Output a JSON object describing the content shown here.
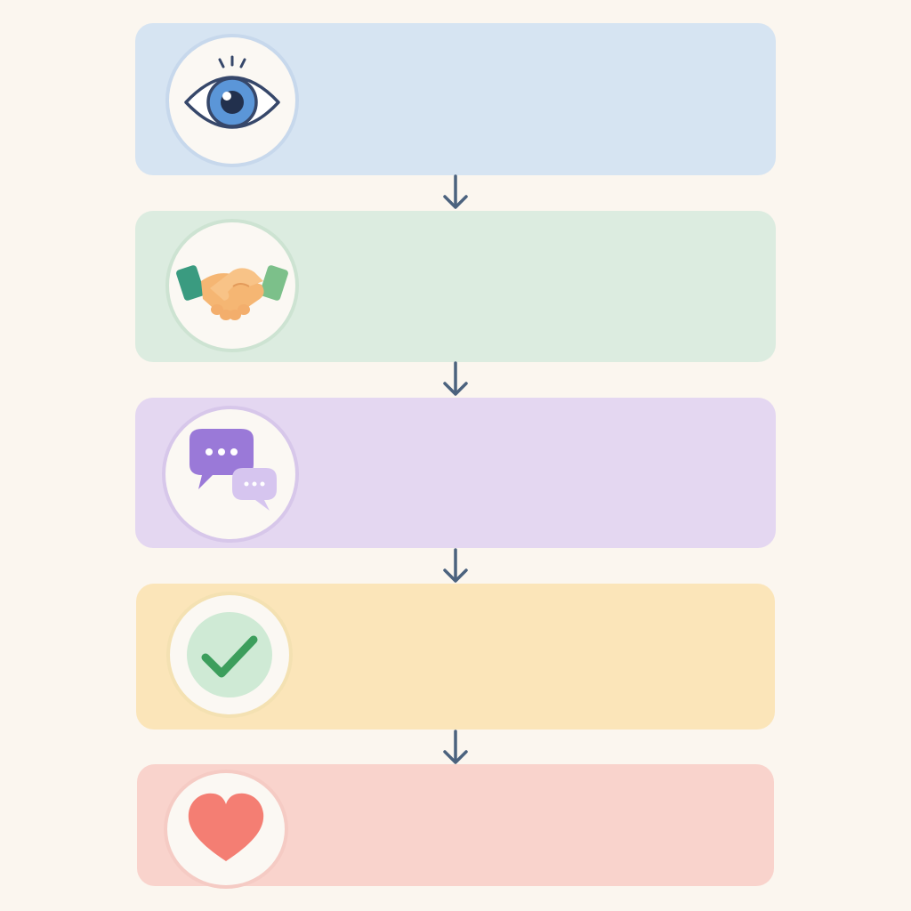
{
  "diagram": {
    "steps": [
      {
        "id": "step-1",
        "icon": "eye-icon",
        "color": "#d6e4f2"
      },
      {
        "id": "step-2",
        "icon": "handshake-icon",
        "color": "#dcece0"
      },
      {
        "id": "step-3",
        "icon": "chat-bubbles-icon",
        "color": "#e4d7f1"
      },
      {
        "id": "step-4",
        "icon": "checkmark-icon",
        "color": "#fbe5b9"
      },
      {
        "id": "step-5",
        "icon": "heart-icon",
        "color": "#f9d3cc"
      }
    ],
    "connector_color": "#4b627e"
  }
}
